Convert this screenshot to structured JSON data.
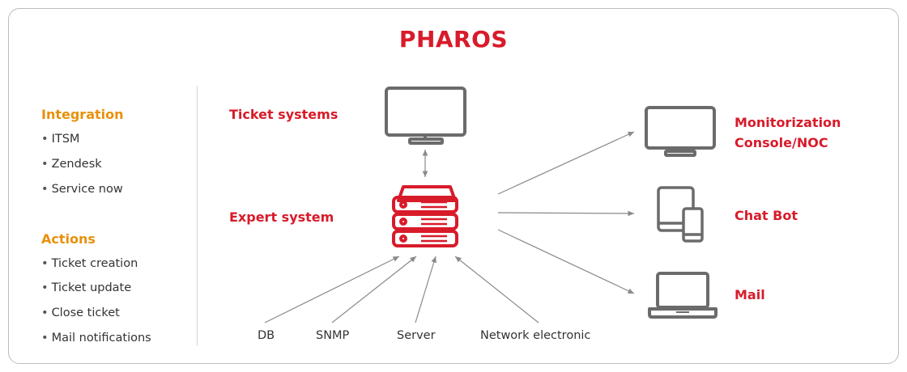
{
  "title": "PHAROS",
  "left_panel": {
    "integration": {
      "heading": "Integration",
      "items": [
        "ITSM",
        "Zendesk",
        "Service now"
      ]
    },
    "actions": {
      "heading": "Actions",
      "items": [
        "Ticket creation",
        "Ticket update",
        "Close ticket",
        "Mail notifications"
      ]
    }
  },
  "diagram": {
    "ticket_systems": "Ticket systems",
    "expert_system": "Expert system",
    "outputs": {
      "monitorization": [
        "Monitorization",
        "Console/NOC"
      ],
      "chat_bot": "Chat Bot",
      "mail": "Mail"
    },
    "sources": [
      "DB",
      "SNMP",
      "Server",
      "Network electronic"
    ]
  },
  "colors": {
    "brand_red": "#d81b2a",
    "heading_orange": "#e8900b",
    "icon_gray": "#6b6b6b",
    "arrow_gray": "#8a8a8a"
  },
  "icons": {
    "ticket_systems": "monitor-icon",
    "expert_system": "server-stack-icon",
    "monitorization": "monitor-icon",
    "chat_bot": "tablet-phone-icon",
    "mail": "laptop-icon"
  }
}
